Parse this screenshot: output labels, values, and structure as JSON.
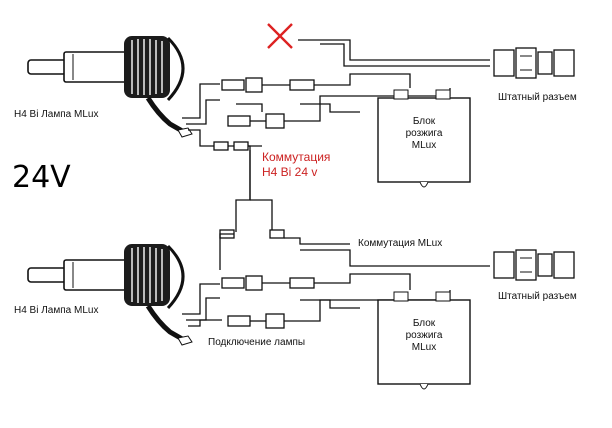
{
  "voltage_label": "24V",
  "labels": {
    "lamp_top": "H4 Bi Лампа MLux",
    "lamp_bottom": "H4 Bi Лампа MLux",
    "connector_top": "Штатный разъем",
    "connector_bottom": "Штатный разъем",
    "switching_red_line1": "Коммутация",
    "switching_red_line2": "H4 Bi 24 v",
    "switching_mlux": "Коммутация MLux",
    "lamp_connection": "Подключение лампы"
  },
  "blocks": {
    "top": {
      "line1": "Блок",
      "line2": "розжига",
      "line3": "MLux"
    },
    "bottom": {
      "line1": "Блок",
      "line2": "розжига",
      "line3": "MLux"
    }
  },
  "colors": {
    "wire": "#111111",
    "accent_red": "#cc2222",
    "cross": "#dd2222"
  }
}
